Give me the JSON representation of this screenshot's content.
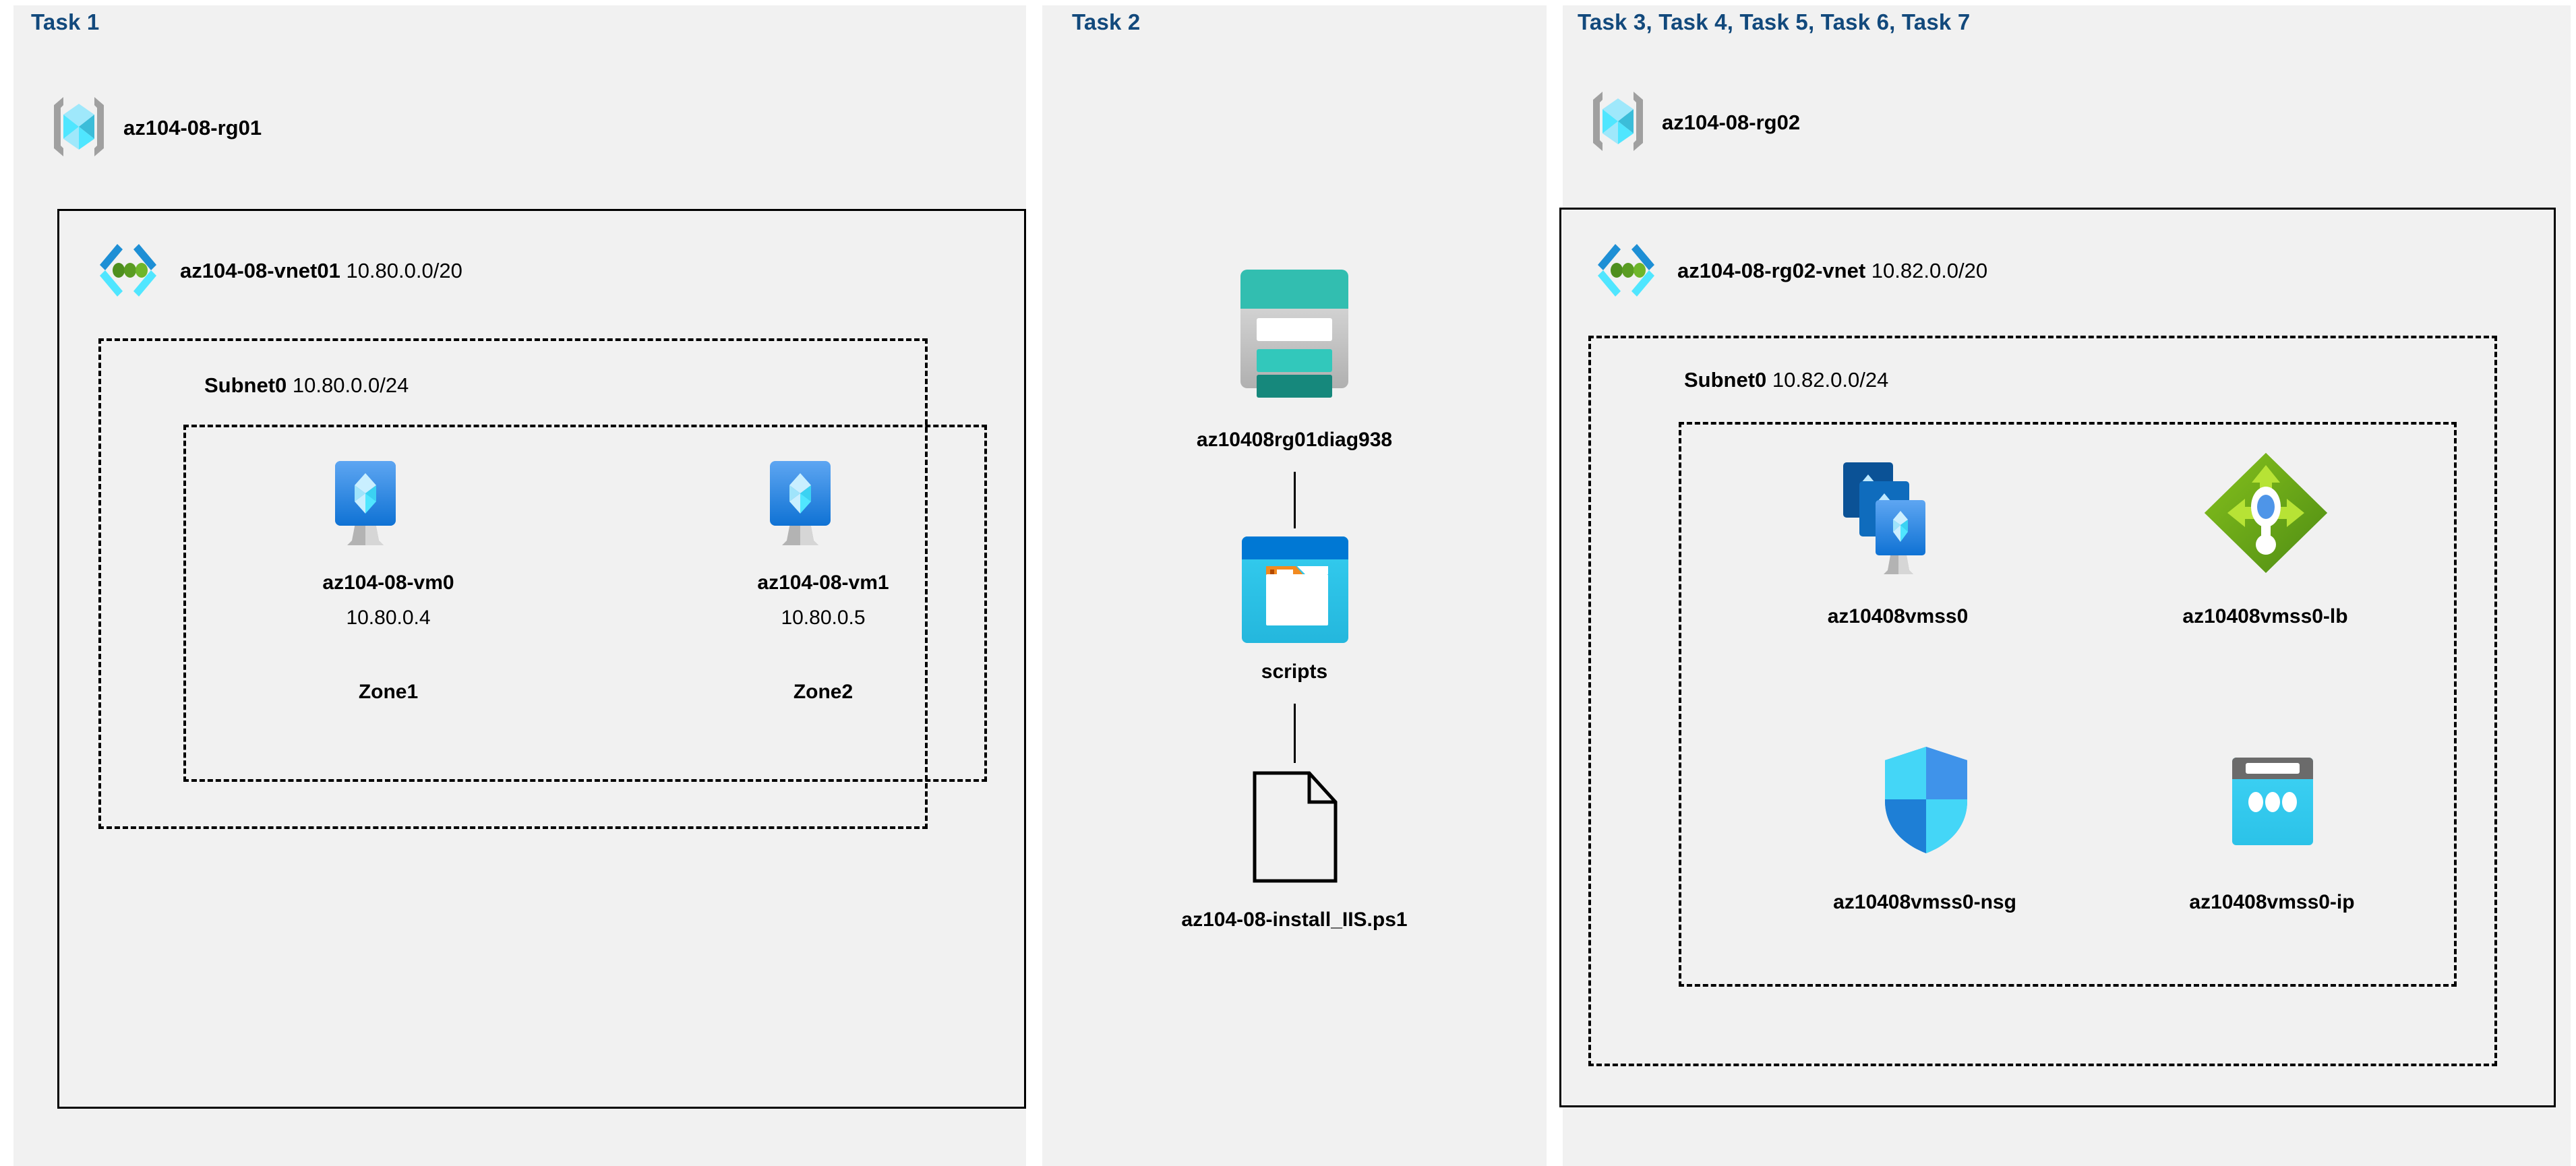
{
  "diagram": {
    "title_color": "#12497c",
    "panel_bg": "#f1f1f1"
  },
  "panels": [
    {
      "id": "task1",
      "title": "Task 1",
      "resource_group": {
        "name": "az104-08-rg01",
        "icon": "resource-group-icon"
      },
      "vnet": {
        "name": "az104-08-vnet01",
        "cidr": "10.80.0.0/20",
        "icon": "virtual-network-icon"
      },
      "subnet": {
        "name": "Subnet0",
        "cidr": "10.80.0.0/24"
      },
      "vms": [
        {
          "icon": "virtual-machine-icon",
          "name": "az104-08-vm0",
          "ip": "10.80.0.4",
          "zone": "Zone1"
        },
        {
          "icon": "virtual-machine-icon",
          "name": "az104-08-vm1",
          "ip": "10.80.0.5",
          "zone": "Zone2"
        }
      ]
    },
    {
      "id": "task2",
      "title": "Task 2",
      "items": [
        {
          "icon": "storage-account-icon",
          "name": "az10408rg01diag938"
        },
        {
          "icon": "blob-container-icon",
          "name": "scripts"
        },
        {
          "icon": "file-document-icon",
          "name": "az104-08-install_IIS.ps1"
        }
      ]
    },
    {
      "id": "task3",
      "title": "Task 3, Task 4, Task 5, Task 6, Task 7",
      "resource_group": {
        "name": "az104-08-rg02",
        "icon": "resource-group-icon"
      },
      "vnet": {
        "name": "az104-08-rg02-vnet",
        "cidr": "10.82.0.0/20",
        "icon": "virtual-network-icon"
      },
      "subnet": {
        "name": "Subnet0",
        "cidr": "10.82.0.0/24"
      },
      "resources": [
        {
          "icon": "vm-scale-set-icon",
          "name": "az10408vmss0"
        },
        {
          "icon": "load-balancer-icon",
          "name": "az10408vmss0-lb"
        },
        {
          "icon": "network-security-group-icon",
          "name": "az10408vmss0-nsg"
        },
        {
          "icon": "public-ip-address-icon",
          "name": "az10408vmss0-ip"
        }
      ]
    }
  ],
  "colors": {
    "task_title": "#12497c",
    "azure_blue": "#0078d4",
    "azure_cyan": "#32c8f0",
    "vnet_dark": "#1e8fd5",
    "vnet_light": "#50e6ff",
    "vnet_dot": "#5e9624",
    "storage_teal": "#32beb0",
    "storage_teal_dark": "#1b8378",
    "lb_green": "#7ab800",
    "nsg_cyan": "#32d4f5",
    "ip_gray": "#6b6b6b"
  }
}
